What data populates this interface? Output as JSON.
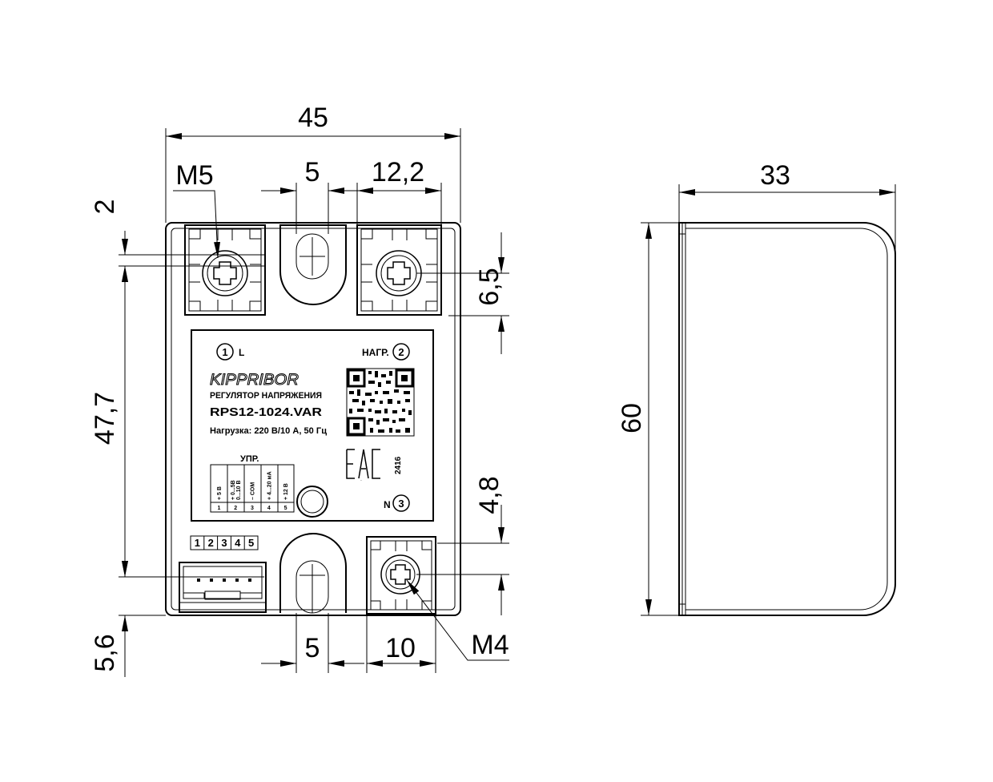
{
  "dimensions": {
    "width_total": "45",
    "slot_top": "5",
    "terminal_pitch_top": "12,2",
    "top_offset": "2",
    "body_height": "47,7",
    "bottom_offset": "5,6",
    "slot_bottom": "5",
    "terminal_pitch_bottom": "10",
    "term_height": "6,5",
    "term_offset_bottom": "4,8",
    "side_width": "33",
    "side_height": "60"
  },
  "threads": {
    "top_screw": "M5",
    "bottom_screw": "M4"
  },
  "label": {
    "terminal_1": "L",
    "terminal_1_num": "1",
    "terminal_2": "НАГР.",
    "terminal_2_num": "2",
    "terminal_3": "N",
    "terminal_3_num": "3",
    "brand": "KIPPRIBOR",
    "product_type": "РЕГУЛЯТОР НАПРЯЖЕНИЯ",
    "model": "RPS12-1024.VAR",
    "load": "Нагрузка: 220 В/10 А, 50 Гц",
    "control_title": "УПР.",
    "control_pins": [
      {
        "num": "1",
        "sign": "+",
        "desc": "5 В"
      },
      {
        "num": "2",
        "sign": "+",
        "desc": "0...5В\n0...10 В"
      },
      {
        "num": "3",
        "sign": "–",
        "desc": "COM"
      },
      {
        "num": "4",
        "sign": "+",
        "desc": "4...20 мА"
      },
      {
        "num": "5",
        "sign": "+",
        "desc": "12 В"
      }
    ],
    "cert_mark": "EAC",
    "batch": "2416"
  },
  "connector_pins": [
    "1",
    "2",
    "3",
    "4",
    "5"
  ]
}
